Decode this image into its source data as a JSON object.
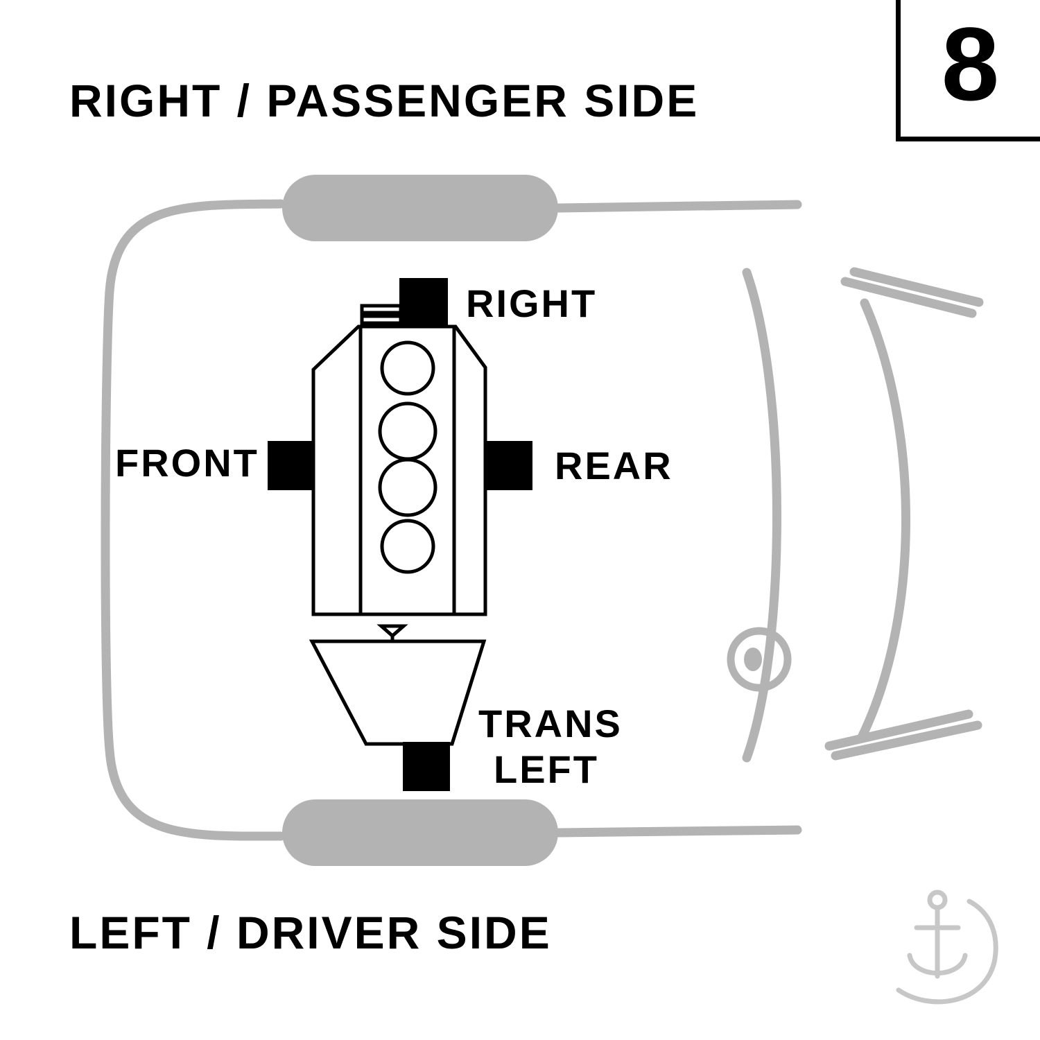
{
  "diagram": {
    "top_label": "RIGHT / PASSENGER SIDE",
    "bottom_label": "LEFT / DRIVER SIDE",
    "figure_number": "8",
    "mounts": {
      "top": "RIGHT",
      "front": "FRONT",
      "rear": "REAR",
      "trans_line1": "TRANS",
      "trans_line2": "LEFT"
    }
  },
  "colors": {
    "background": "#ffffff",
    "diagram_line": "#000000",
    "car_outline_gray": "#b3b3b3",
    "watermark_gray": "#c7c7c7"
  }
}
